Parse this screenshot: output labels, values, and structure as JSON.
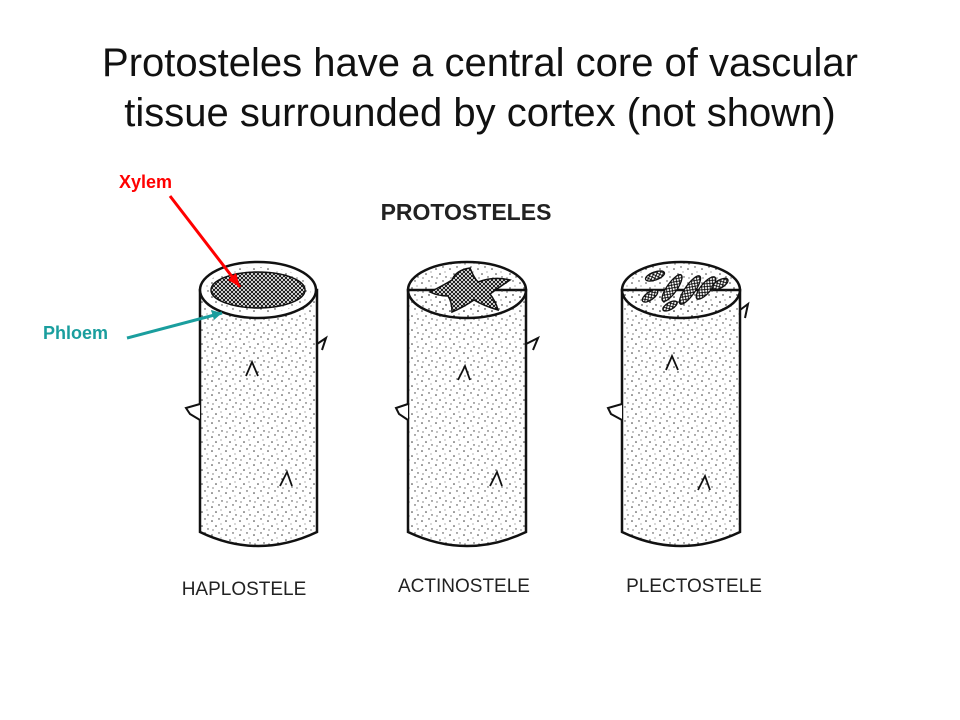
{
  "slide": {
    "title_line1": "Protosteles have a central core of vascular",
    "title_line2": "tissue surrounded by cortex (not shown)"
  },
  "diagram": {
    "heading": "PROTOSTELES",
    "stems": [
      {
        "label": "HAPLOSTELE"
      },
      {
        "label": "ACTINOSTELE"
      },
      {
        "label": "PLECTOSTELE"
      }
    ]
  },
  "annotations": {
    "xylem": {
      "label": "Xylem",
      "color": "#ff0000"
    },
    "phloem": {
      "label": "Phloem",
      "color": "#1a9e9e"
    }
  }
}
